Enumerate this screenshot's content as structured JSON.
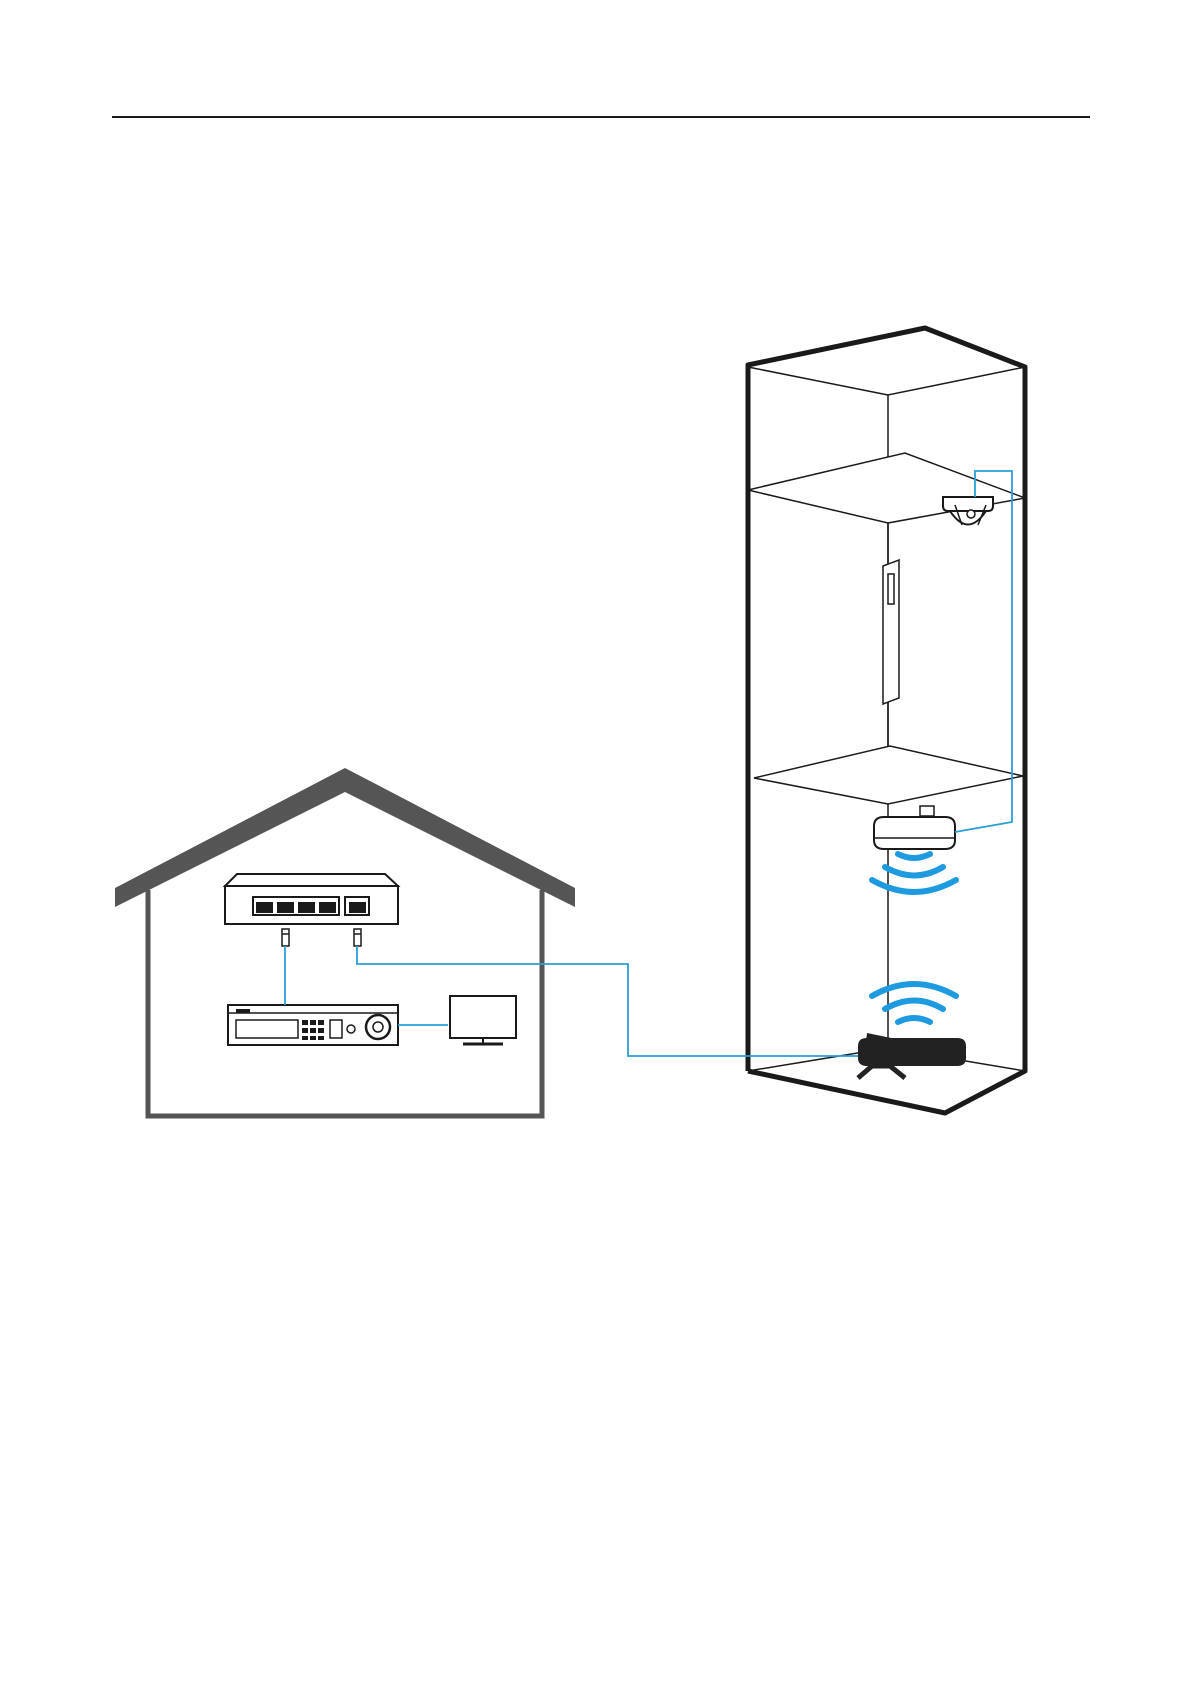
{
  "page": {
    "title": ""
  },
  "colors": {
    "line": "#1a1a1a",
    "house_roof": "#555555",
    "cable": "#2a9fd6",
    "wireless_signal": "#1e9be0",
    "device_fill": "#ffffff",
    "receiver_fill": "#222222"
  },
  "components": [
    {
      "id": "poe-switch",
      "icon": "switch-icon"
    },
    {
      "id": "nvr",
      "icon": "nvr-icon"
    },
    {
      "id": "monitor",
      "icon": "monitor-icon"
    },
    {
      "id": "house",
      "icon": "house-icon"
    },
    {
      "id": "elevator-shaft",
      "icon": "elevator-shaft-icon"
    },
    {
      "id": "elevator-car-camera",
      "icon": "dome-camera-icon"
    },
    {
      "id": "wireless-transmitter",
      "icon": "wireless-transmitter-icon"
    },
    {
      "id": "wireless-receiver",
      "icon": "wireless-receiver-icon"
    }
  ],
  "connections": [
    {
      "from": "poe-switch",
      "to": "nvr",
      "type": "network-cable"
    },
    {
      "from": "nvr",
      "to": "monitor",
      "type": "video-cable"
    },
    {
      "from": "poe-switch",
      "to": "wireless-receiver",
      "type": "network-cable"
    },
    {
      "from": "elevator-car-camera",
      "to": "wireless-transmitter",
      "type": "network-cable"
    },
    {
      "from": "wireless-transmitter",
      "to": "wireless-receiver",
      "type": "wireless-link"
    }
  ]
}
